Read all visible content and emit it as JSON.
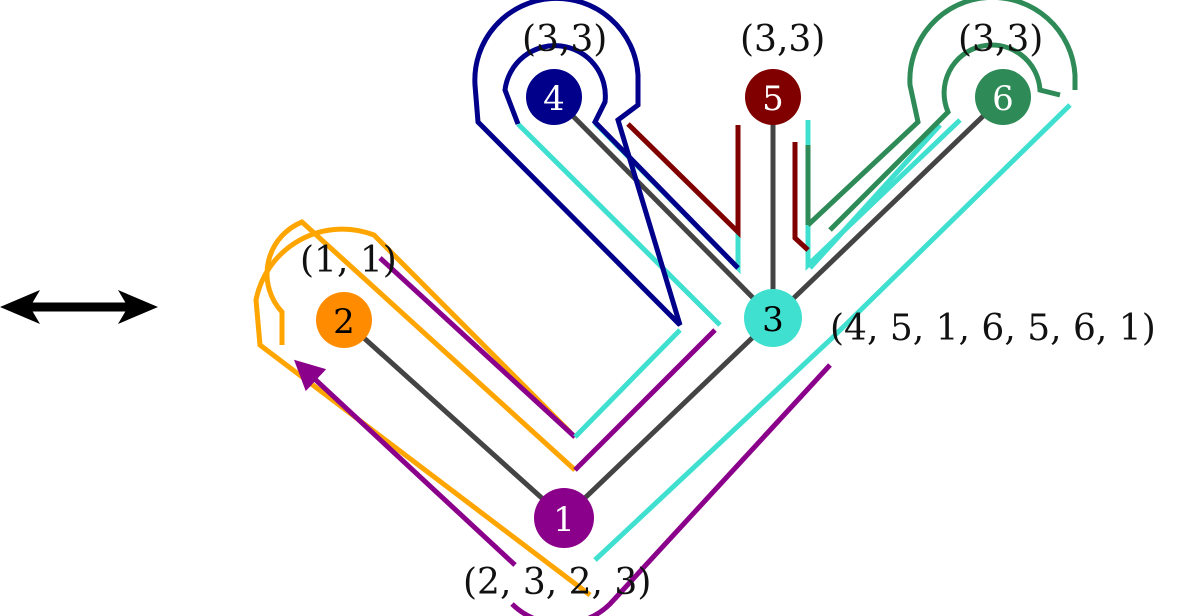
{
  "diagram": {
    "nodes": [
      {
        "id": "1",
        "label": "1",
        "color": "#8B008B",
        "text_color": "#ffffff"
      },
      {
        "id": "2",
        "label": "2",
        "color": "#FF8C00",
        "text_color": "#000000"
      },
      {
        "id": "3",
        "label": "3",
        "color": "#40E0D0",
        "text_color": "#000000"
      },
      {
        "id": "4",
        "label": "4",
        "color": "#00008B",
        "text_color": "#ffffff"
      },
      {
        "id": "5",
        "label": "5",
        "color": "#800000",
        "text_color": "#ffffff"
      },
      {
        "id": "6",
        "label": "6",
        "color": "#2E8B57",
        "text_color": "#ffffff"
      }
    ],
    "edges": [
      [
        "1",
        "2"
      ],
      [
        "1",
        "3"
      ],
      [
        "3",
        "4"
      ],
      [
        "3",
        "5"
      ],
      [
        "3",
        "6"
      ]
    ],
    "annotations": {
      "node1": "(2, 3, 2, 3)",
      "node2": "(1, 1)",
      "node3": "(4, 5, 1, 6, 5, 6, 1)",
      "node4": "(3,3)",
      "node5": "(3,3)",
      "node6": "(3,3)"
    },
    "colors": {
      "edge": "#444444",
      "purple": "#8B008B",
      "orange": "#FFA500",
      "turquoise": "#40E0D0",
      "navy": "#00008B",
      "maroon": "#800000",
      "green": "#2E8B57",
      "arrow": "#000000"
    },
    "icons": {
      "double_arrow": "double-headed-arrow-icon"
    }
  }
}
